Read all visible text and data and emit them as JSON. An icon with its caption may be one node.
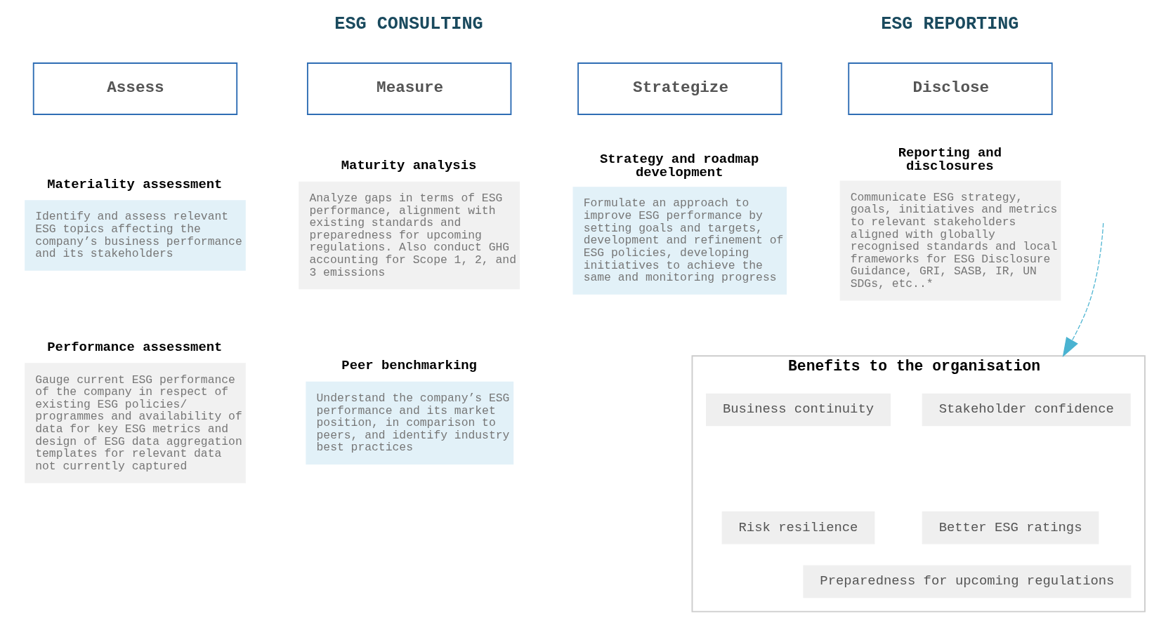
{
  "diagram": {
    "nodes": [
      {
        "text": [
          "Assess"
        ]
      },
      {
        "text": [
          "Measure"
        ]
      },
      {
        "text": [
          "Strategize"
        ]
      },
      {
        "text": [
          "Disclose"
        ]
      },
      {
        "text": [
          "Materiality assessment",
          "Identify and assess relevant ESG topics affecting the company’s business performance and its stakeholders"
        ]
      },
      {
        "text": [
          "Performance assessment",
          "Gauge current ESG performance of the company in respect of existing ESG policies/ programmes and availability of data for key ESG metrics and design of ESG data aggregation templates for relevant data not currently captured"
        ]
      },
      {
        "text": [
          "Maturity analysis",
          "Analyze gaps in terms of ESG performance, alignment with existing standards and preparedness for upcoming regulations. Also conduct GHG accounting for Scope 1, 2, and 3 emissions"
        ]
      },
      {
        "text": [
          "Peer benchmarking",
          "Understand the company’s ESG performance and its market position, in comparison to peers, and identify industry best practices"
        ]
      },
      {
        "text": [
          "Strategy and roadmap development",
          "Formulate an approach to improve ESG performance by setting goals and targets, development and refinement of ESG policies, developing initiatives to achieve the same and monitoring progress"
        ]
      },
      {
        "text": [
          "Reporting and disclosures",
          "Communicate ESG strategy, goals, initiatives and metrics to relevant stakeholders aligned with globally recognised standards and local frameworks for ESG Disclosure Guidance, GRI, SASB, IR, UN SDGs, etc..*"
        ]
      },
      {
        "text": [
          "Benefits to the organisation"
        ]
      },
      {
        "text": [
          "Stakeholder confidence"
        ],
        "in": 10
      },
      {
        "text": [
          "Business continuity"
        ],
        "in": 10
      },
      {
        "text": [
          "Better ESG ratings"
        ],
        "in": 10
      },
      {
        "text": [
          "Risk resilience"
        ],
        "in": 10
      },
      {
        "text": [
          "Preparedness for upcoming regulations"
        ],
        "in": 10
      }
    ],
    "edges": [
      {
        "from": null,
        "to": 10,
        "arrow": "to",
        "style": "dashed"
      }
    ],
    "labels": [
      "ESG CONSULTING",
      "ESG REPORTING"
    ]
  }
}
